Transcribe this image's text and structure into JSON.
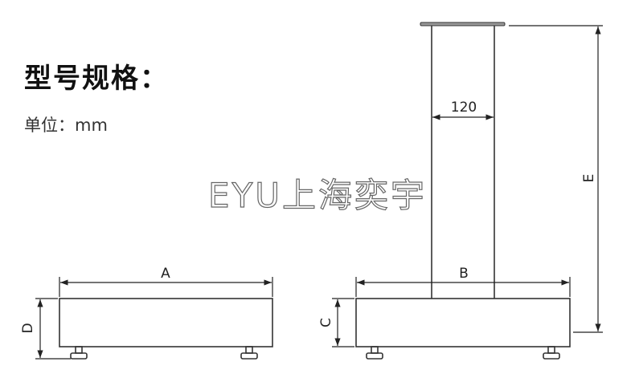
{
  "heading": "型号规格：",
  "unit_label": "单位：mm",
  "watermark": "EYU上海奕宇",
  "dimensions": {
    "a": "A",
    "b": "B",
    "c": "C",
    "d": "D",
    "e": "E",
    "column_width": "120"
  }
}
